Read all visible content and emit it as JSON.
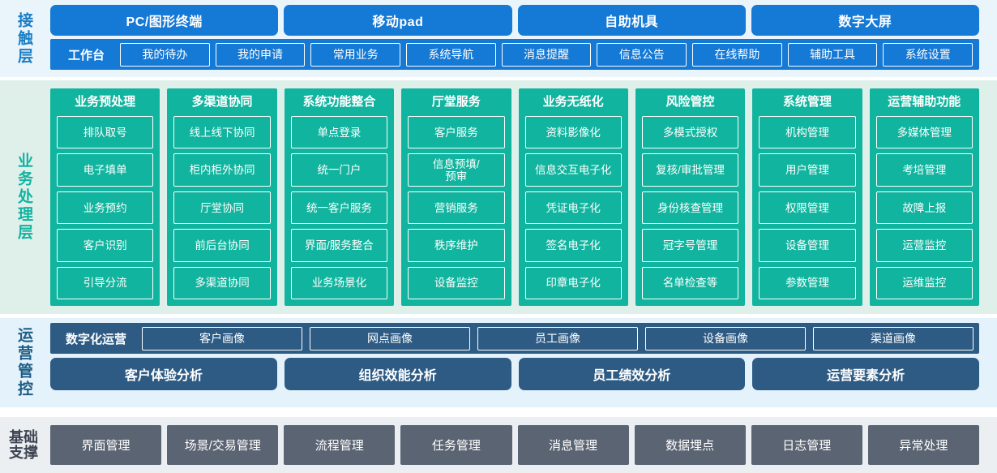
{
  "layers": {
    "contact": {
      "label": "接触层",
      "channels": [
        "PC/图形终端",
        "移动pad",
        "自助机具",
        "数字大屏"
      ],
      "workbench_title": "工作台",
      "workbench_items": [
        "我的待办",
        "我的申请",
        "常用业务",
        "系统导航",
        "消息提醒",
        "信息公告",
        "在线帮助",
        "辅助工具",
        "系统设置"
      ],
      "accent": "#1579d6",
      "background": "#e9f4fb"
    },
    "business": {
      "label": "业务处理层",
      "accent": "#11b49e",
      "background": "#dff0ea",
      "columns": [
        {
          "title": "业务预处理",
          "items": [
            "排队取号",
            "电子填单",
            "业务预约",
            "客户识别",
            "引导分流"
          ]
        },
        {
          "title": "多渠道协同",
          "items": [
            "线上线下协同",
            "柜内柜外协同",
            "厅堂协同",
            "前后台协同",
            "多渠道协同"
          ]
        },
        {
          "title": "系统功能整合",
          "items": [
            "单点登录",
            "统一门户",
            "统一客户服务",
            "界面/服务整合",
            "业务场景化"
          ]
        },
        {
          "title": "厅堂服务",
          "items": [
            "客户服务",
            "信息预填/\n预审",
            "营销服务",
            "秩序维护",
            "设备监控"
          ]
        },
        {
          "title": "业务无纸化",
          "items": [
            "资料影像化",
            "信息交互电子化",
            "凭证电子化",
            "签名电子化",
            "印章电子化"
          ]
        },
        {
          "title": "风险管控",
          "items": [
            "多模式授权",
            "复核/审批管理",
            "身份核查管理",
            "冠字号管理",
            "名单检查等"
          ]
        },
        {
          "title": "系统管理",
          "items": [
            "机构管理",
            "用户管理",
            "权限管理",
            "设备管理",
            "参数管理"
          ]
        },
        {
          "title": "运营辅助功能",
          "items": [
            "多媒体管理",
            "考培管理",
            "故障上报",
            "运营监控",
            "运维监控"
          ]
        }
      ]
    },
    "operations": {
      "label": "运营管控",
      "accent": "#2e5b84",
      "background": "#e4f2fb",
      "digital_title": "数字化运营",
      "portrait_items": [
        "客户画像",
        "网点画像",
        "员工画像",
        "设备画像",
        "渠道画像"
      ],
      "analysis_items": [
        "客户体验分析",
        "组织效能分析",
        "员工绩效分析",
        "运营要素分析"
      ]
    },
    "foundation": {
      "label_line1": "基础",
      "label_line2": "支撑",
      "accent": "#5b6472",
      "background": "#eceff2",
      "items": [
        "界面管理",
        "场景/交易管理",
        "流程管理",
        "任务管理",
        "消息管理",
        "数据埋点",
        "日志管理",
        "异常处理"
      ]
    }
  }
}
